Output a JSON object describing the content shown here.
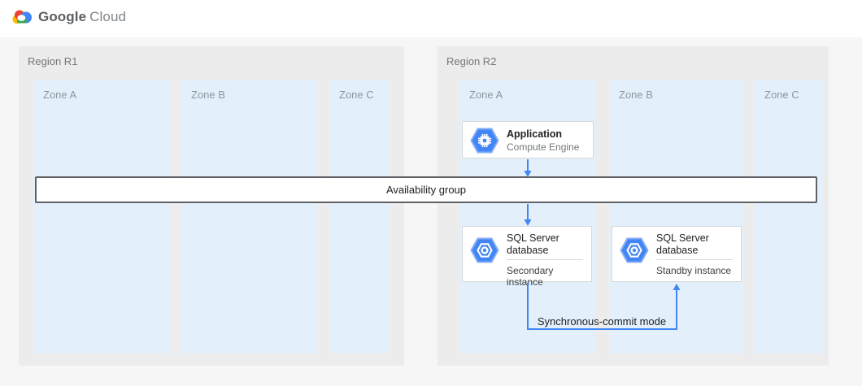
{
  "header": {
    "logo": {
      "brand": "Google",
      "product": "Cloud"
    }
  },
  "regions": [
    {
      "label": "Region R1",
      "zones": [
        {
          "label": "Zone A"
        },
        {
          "label": "Zone B"
        },
        {
          "label": "Zone C"
        }
      ]
    },
    {
      "label": "Region R2",
      "zones": [
        {
          "label": "Zone A"
        },
        {
          "label": "Zone B"
        },
        {
          "label": "Zone C"
        }
      ]
    }
  ],
  "availability_group": {
    "label": "Availability group"
  },
  "nodes": {
    "application": {
      "title": "Application",
      "product": "Compute Engine",
      "icon": "compute-engine-icon"
    },
    "sql_secondary": {
      "title": "SQL Server database",
      "instance": "Secondary instance",
      "icon": "sql-server-icon"
    },
    "sql_standby": {
      "title": "SQL Server database",
      "instance": "Standby instance",
      "icon": "sql-server-icon"
    }
  },
  "connections": {
    "sync_commit_label": "Synchronous-commit mode"
  },
  "colors": {
    "accent_blue": "#4285f4",
    "zone_fill": "#e3f0fc",
    "region_fill": "#ececed",
    "bar_border": "#5f6165",
    "google_blue": "#4285F4",
    "google_red": "#EA4335",
    "google_yellow": "#FBBC05",
    "google_green": "#34A853"
  }
}
